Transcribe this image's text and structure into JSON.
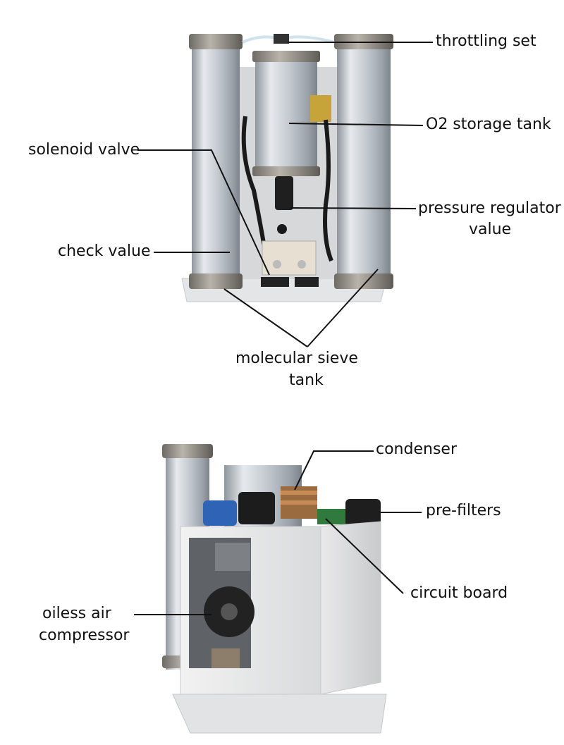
{
  "top_labels": {
    "throttling_set": "throttling set",
    "o2_storage_tank": "O2 storage tank",
    "solenoid_valve": "solenoid valve",
    "pressure_regulator_line1": "pressure regulator",
    "pressure_regulator_line2": "value",
    "check_value": "check value",
    "molecular_sieve_line1": "molecular sieve",
    "molecular_sieve_line2": "tank"
  },
  "bottom_labels": {
    "condenser": "condenser",
    "pre_filters": "pre-filters",
    "circuit_board": "circuit board",
    "compressor_line1": "oiless air",
    "compressor_line2": "compressor"
  }
}
